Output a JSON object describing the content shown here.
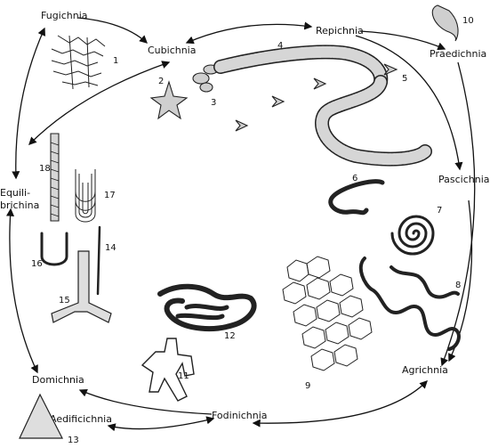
{
  "categories": {
    "fugichnia": "Fugichnia",
    "cubichnia": "Cubichnia",
    "repichnia": "Repichnia",
    "praedichnia": "Praedichnia",
    "pascichnia": "Pascichnia",
    "agrichnia": "Agrichnia",
    "fodinichnia": "Fodinichnia",
    "aedificichnia": "Aedificichnia",
    "domichnia": "Domichnia",
    "equilibrichnia_line1": "Equili-",
    "equilibrichnia_line2": "brichina"
  },
  "numbers": [
    "1",
    "2",
    "3",
    "4",
    "5",
    "6",
    "7",
    "8",
    "9",
    "10",
    "11",
    "12",
    "13",
    "14",
    "15",
    "16",
    "17",
    "18"
  ],
  "colors": {
    "ink": "#111111",
    "fill": "#cfcfcf",
    "background": "#ffffff"
  }
}
